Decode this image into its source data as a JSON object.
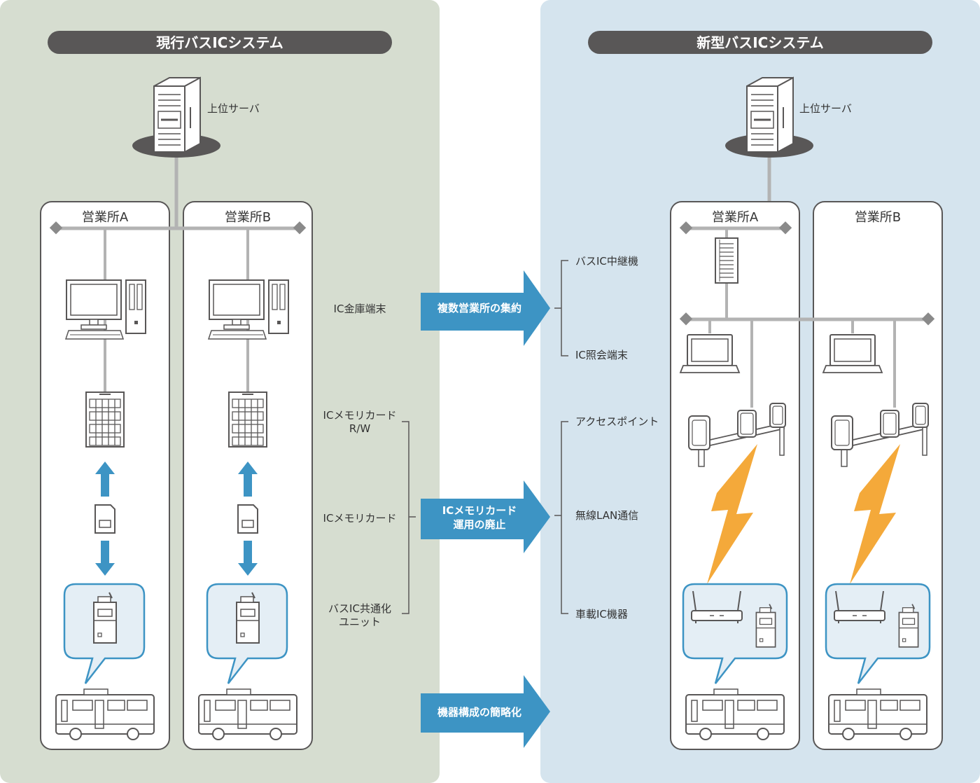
{
  "colors": {
    "left_panel_bg": "#d6ddd0",
    "right_panel_bg": "#d5e4ee",
    "title_pill": "#595757",
    "arrow_blue": "#3d94c4",
    "line_gray": "#b3b3b3",
    "bubble_fill": "#e4eef5",
    "bubble_stroke": "#3d94c4",
    "lightning": "#f4a93a"
  },
  "left": {
    "title": "現行バスICシステム",
    "server_label": "上位サーバ",
    "office_a": "営業所A",
    "office_b": "営業所B"
  },
  "right": {
    "title": "新型バスICシステム",
    "server_label": "上位サーバ",
    "office_a": "営業所A",
    "office_b": "営業所B"
  },
  "middle_labels": {
    "ic_safe_terminal": "IC金庫端末",
    "ic_memory_rw_line1": "ICメモリカード",
    "ic_memory_rw_line2": "R/W",
    "ic_memory_card": "ICメモリカード",
    "bus_ic_unit_line1": "バスIC共通化",
    "bus_ic_unit_line2": "ユニット"
  },
  "arrows": {
    "consolidation": "複数営業所の集約",
    "memory_abolish_line1": "ICメモリカード",
    "memory_abolish_line2": "運用の廃止",
    "simplify": "機器構成の簡略化"
  },
  "right_labels": {
    "relay": "バスIC中継機",
    "inquiry_terminal": "IC照会端末",
    "access_point": "アクセスポイント",
    "wireless_lan": "無線LAN通信",
    "onboard_device": "車載IC機器"
  },
  "icons": [
    "server-icon",
    "desktop-pc-icon",
    "card-rw-rack-icon",
    "sd-card-icon",
    "fare-box-icon",
    "bus-icon",
    "laptop-icon",
    "relay-rack-icon",
    "access-point-icon",
    "router-icon",
    "lightning-icon",
    "arrow-up-icon",
    "arrow-down-icon"
  ]
}
